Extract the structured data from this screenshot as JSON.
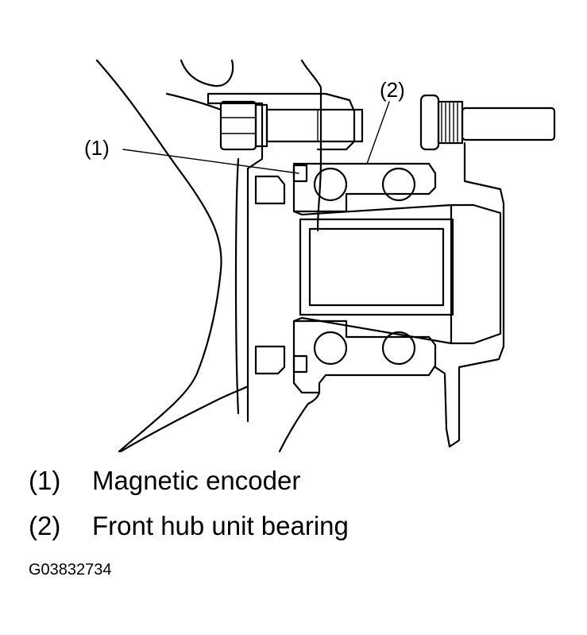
{
  "callouts": {
    "one": "(1)",
    "two": "(2)"
  },
  "legend": [
    {
      "number": "(1)",
      "text": "Magnetic encoder"
    },
    {
      "number": "(2)",
      "text": "Front hub unit bearing"
    }
  ],
  "figure_id": "G03832734"
}
